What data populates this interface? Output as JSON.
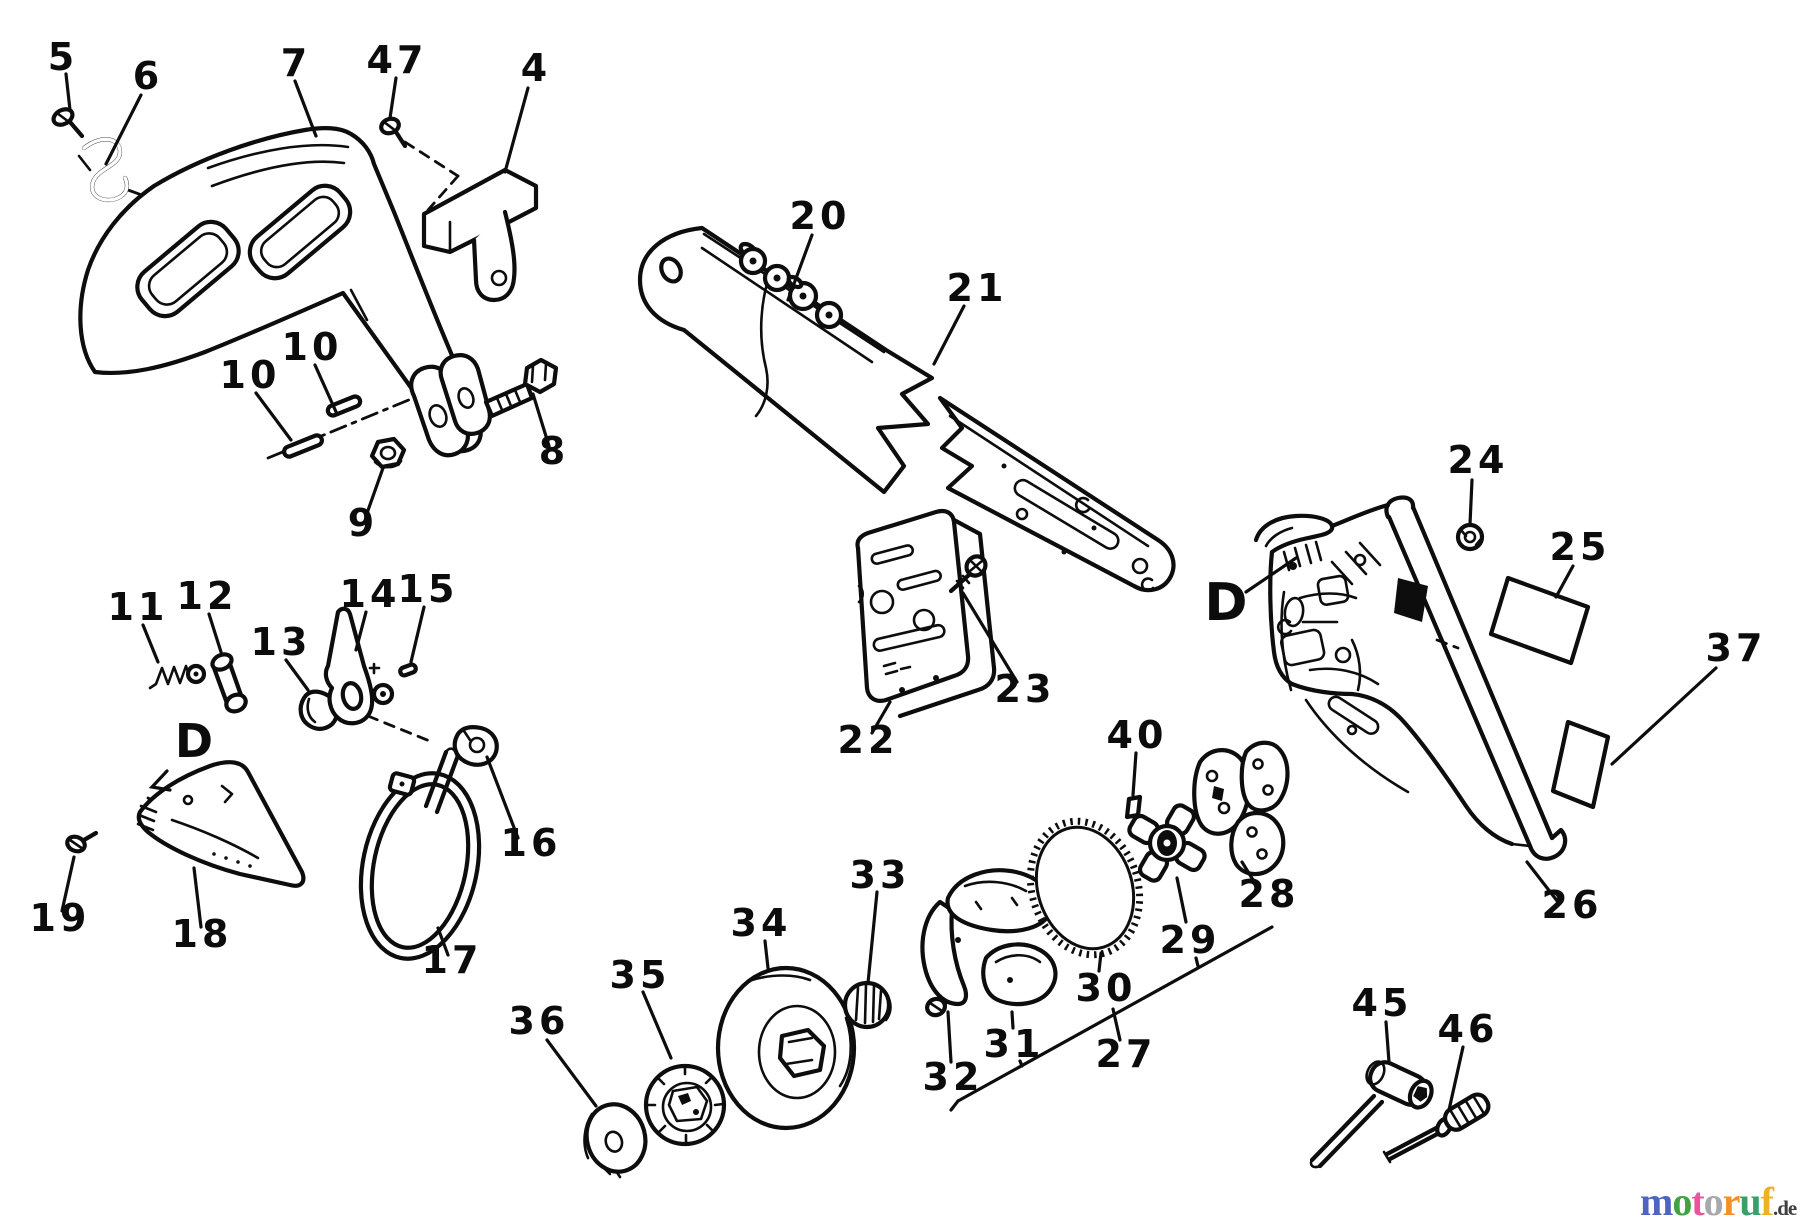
{
  "diagram": {
    "type": "exploded-parts-diagram",
    "subject": "Chainsaw chain brake, clutch and guide bar assembly",
    "callouts": [
      "5",
      "6",
      "7",
      "47",
      "4",
      "20",
      "21",
      "10",
      "10",
      "8",
      "9",
      "11",
      "12",
      "13",
      "14",
      "15",
      "16",
      "17",
      "18",
      "19",
      "22",
      "23",
      "24",
      "25",
      "37",
      "26",
      "40",
      "28",
      "29",
      "30",
      "27",
      "31",
      "32",
      "33",
      "34",
      "35",
      "36",
      "45",
      "46"
    ],
    "section_labels": [
      "D",
      "D"
    ]
  },
  "watermark": {
    "brand": "motoruf",
    "domain_suffix": ".de",
    "suffix_color": "#3f3f3f",
    "letters": [
      {
        "char": "m",
        "color": "#4f63c0"
      },
      {
        "char": "o",
        "color": "#3fa341"
      },
      {
        "char": "t",
        "color": "#e8559c"
      },
      {
        "char": "o",
        "color": "#a7a9ac"
      },
      {
        "char": "r",
        "color": "#f39123"
      },
      {
        "char": "u",
        "color": "#37a06a"
      },
      {
        "char": "f",
        "color": "#eeb024"
      }
    ]
  }
}
